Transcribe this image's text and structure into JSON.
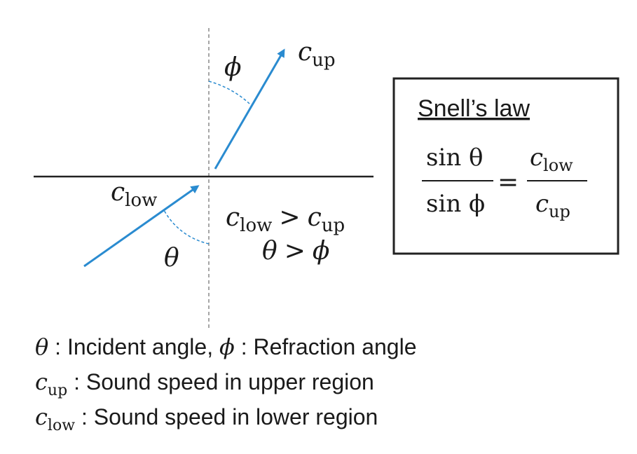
{
  "symbols": {
    "theta": "θ",
    "phi": "ϕ",
    "c": "c",
    "low": "low",
    "up": "up",
    "gt": ">",
    "eq": "="
  },
  "diagram": {
    "label_c_up": {
      "base": "c",
      "sub": "up"
    },
    "label_c_low": {
      "base": "c",
      "sub": "low"
    },
    "inequality_speeds": {
      "left_base": "c",
      "left_sub": "low",
      "op": ">",
      "right_base": "c",
      "right_sub": "up"
    },
    "inequality_angles": {
      "left": "θ",
      "op": ">",
      "right": "ϕ"
    },
    "colors": {
      "ray": "#2a8bd0",
      "interface": "#222222",
      "normal": "#888888",
      "angle_arc": "#2a8bd0"
    }
  },
  "snell_box": {
    "title": "Snell’s law",
    "numerator_left": "sin θ",
    "denominator_left": "sin ϕ",
    "equals": "=",
    "numerator_right": {
      "base": "c",
      "sub": "low"
    },
    "denominator_right": {
      "base": "c",
      "sub": "up"
    }
  },
  "legend": [
    {
      "parts": [
        "θ",
        " : Incident angle, ",
        "ϕ",
        " : Refraction angle"
      ]
    },
    {
      "base": "c",
      "sub": "up",
      "text": " : Sound speed in upper region"
    },
    {
      "base": "c",
      "sub": "low",
      "text": " : Sound speed in lower region"
    }
  ]
}
